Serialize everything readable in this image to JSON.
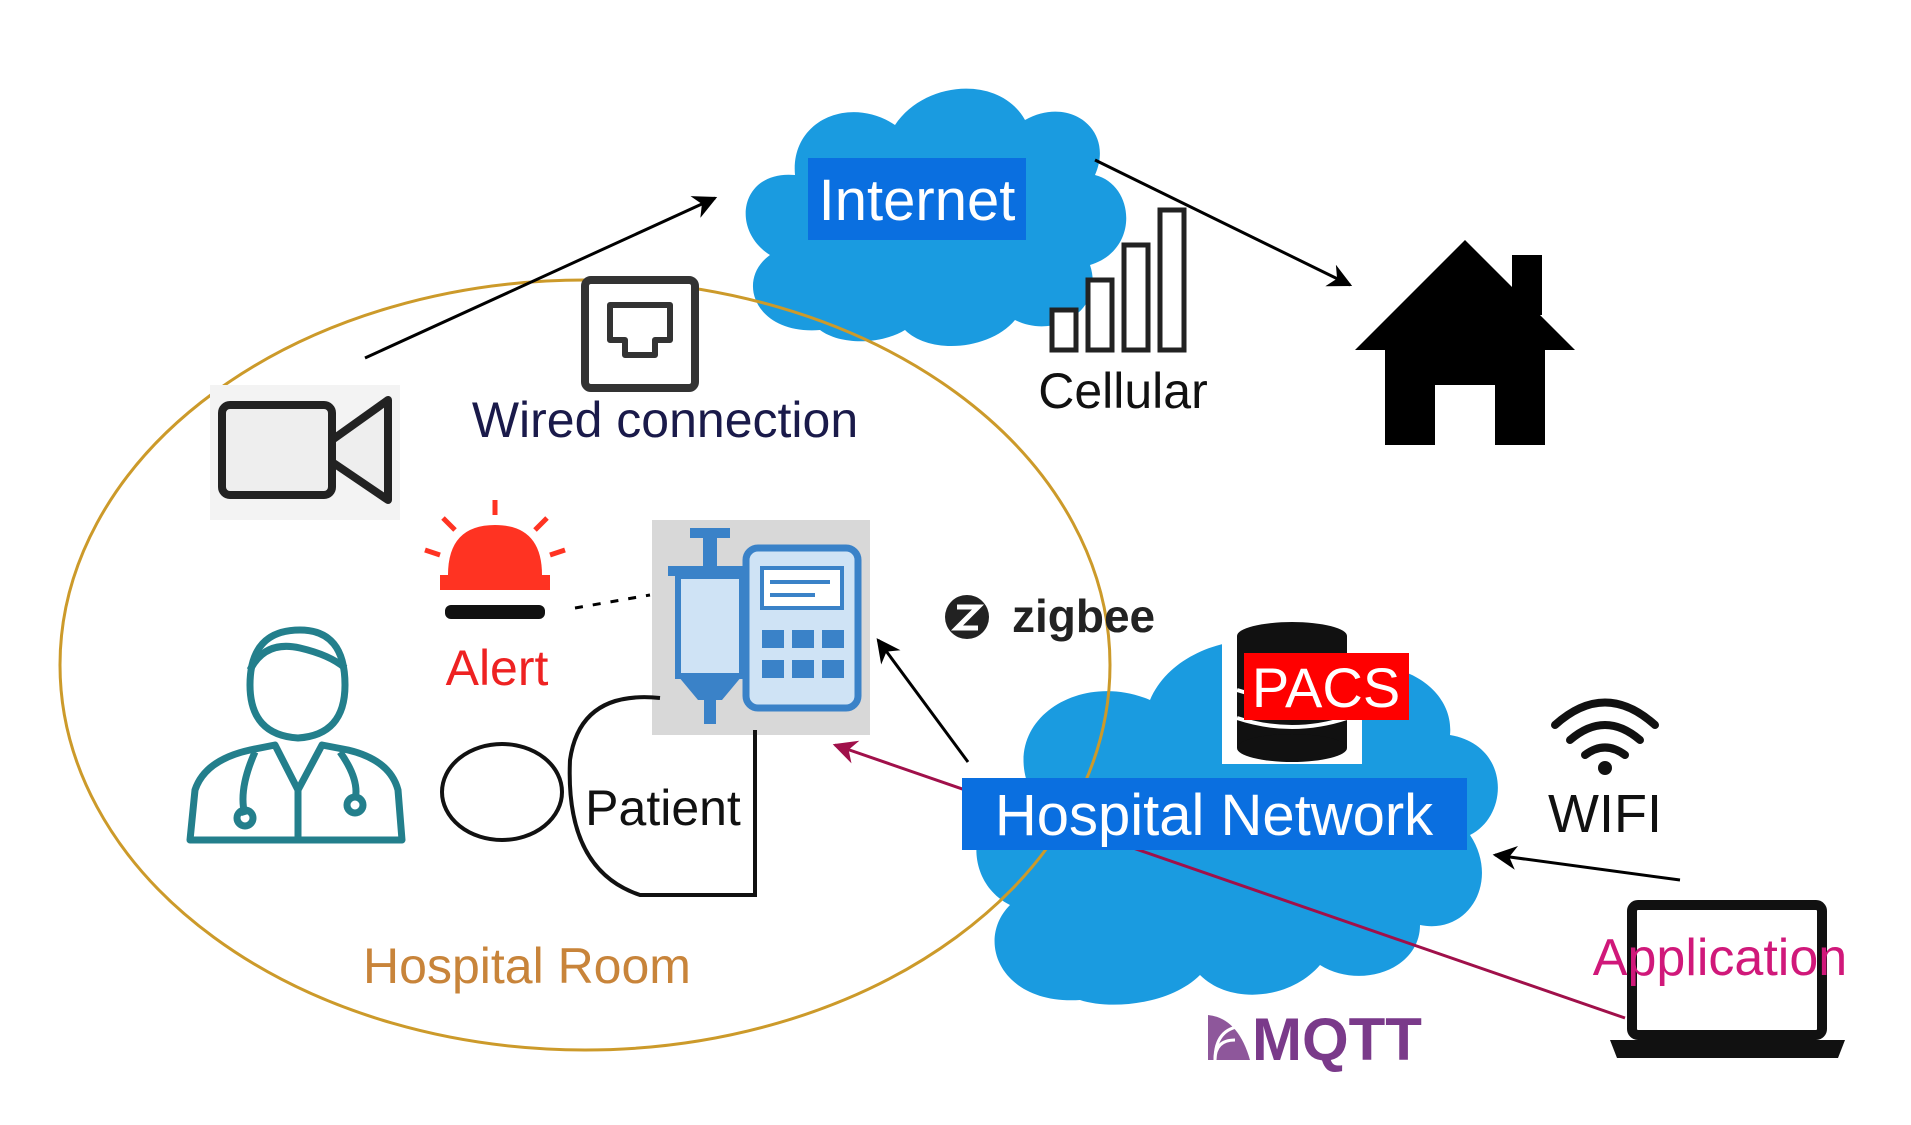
{
  "colors": {
    "cloud": "#1a9be0",
    "highlight": "#0a6fe0",
    "room_ellipse": "#cc9a2a",
    "room_label": "#c8843a",
    "alert": "#ee2222",
    "pacs_bg": "#ff0000",
    "application": "#d0187a",
    "mqtt_arrow": "#a0104a",
    "doctor": "#237f8c",
    "device_bg": "#d8d8d8",
    "device_blue": "#3a82c8",
    "mqtt_logo": "#7a3a8a"
  },
  "labels": {
    "internet": "Internet",
    "cellular": "Cellular",
    "wired": "Wired connection",
    "alert": "Alert",
    "patient": "Patient",
    "hospital_room": "Hospital Room",
    "zigbee": "zigbee",
    "pacs": "PACS",
    "hospital_network": "Hospital Network",
    "wifi": "WIFI",
    "application": "Application",
    "mqtt": "MQTT"
  },
  "icons": {
    "camera": "video-camera-icon",
    "ethernet": "ethernet-port-icon",
    "signal": "cellular-signal-icon",
    "home": "house-icon",
    "alarm": "alarm-light-icon",
    "doctor": "doctor-icon",
    "device": "infusion-pump-icon",
    "database": "database-icon",
    "wifi": "wifi-icon",
    "laptop": "laptop-icon",
    "zigbee_logo": "zigbee-logo-icon",
    "mqtt_logo": "mqtt-logo-icon"
  }
}
